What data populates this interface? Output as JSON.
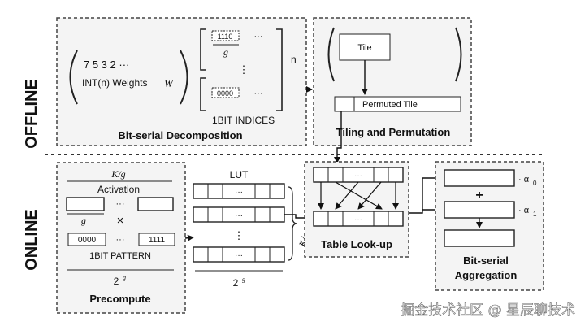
{
  "side_labels": {
    "offline": "OFFLINE",
    "online": "ONLINE"
  },
  "decomposition": {
    "weights_row": "7    5    3    2  ···",
    "weights_label": "INT(n) Weights",
    "weights_symbol": "W",
    "bits_top": "1110",
    "bits_bottom": "0000",
    "ellipsis_h": "···",
    "ellipsis_v": "⋮",
    "g": "g",
    "n": "n",
    "indices": "1BIT INDICES",
    "title": "Bit-serial Decomposition"
  },
  "tiling": {
    "tile": "Tile",
    "permuted_tile": "Permuted Tile",
    "title": "Tiling and Permutation"
  },
  "precompute": {
    "kg": "K/g",
    "activation": "Activation",
    "g": "g",
    "times": "×",
    "pattern_left": "0000",
    "pattern_right": "1111",
    "pattern_label": "1BIT PATTERN",
    "two_g": "2",
    "two_g_exp": "g",
    "ellipsis": "···",
    "title": "Precompute"
  },
  "lut": {
    "label": "LUT",
    "cell": "···",
    "ellipsis_v": "⋮",
    "kg": "K/g",
    "two_g": "2",
    "two_g_exp": "g"
  },
  "lookup": {
    "cell": "···",
    "title": "Table Look-up"
  },
  "aggregation": {
    "alpha0": "· α",
    "alpha0_sub": "0",
    "alpha1": "· α",
    "alpha1_sub": "1",
    "plus": "+",
    "title_line1": "Bit-serial",
    "title_line2": "Aggregation"
  },
  "watermark": "掘金技术社区 @ 星辰聊技术"
}
